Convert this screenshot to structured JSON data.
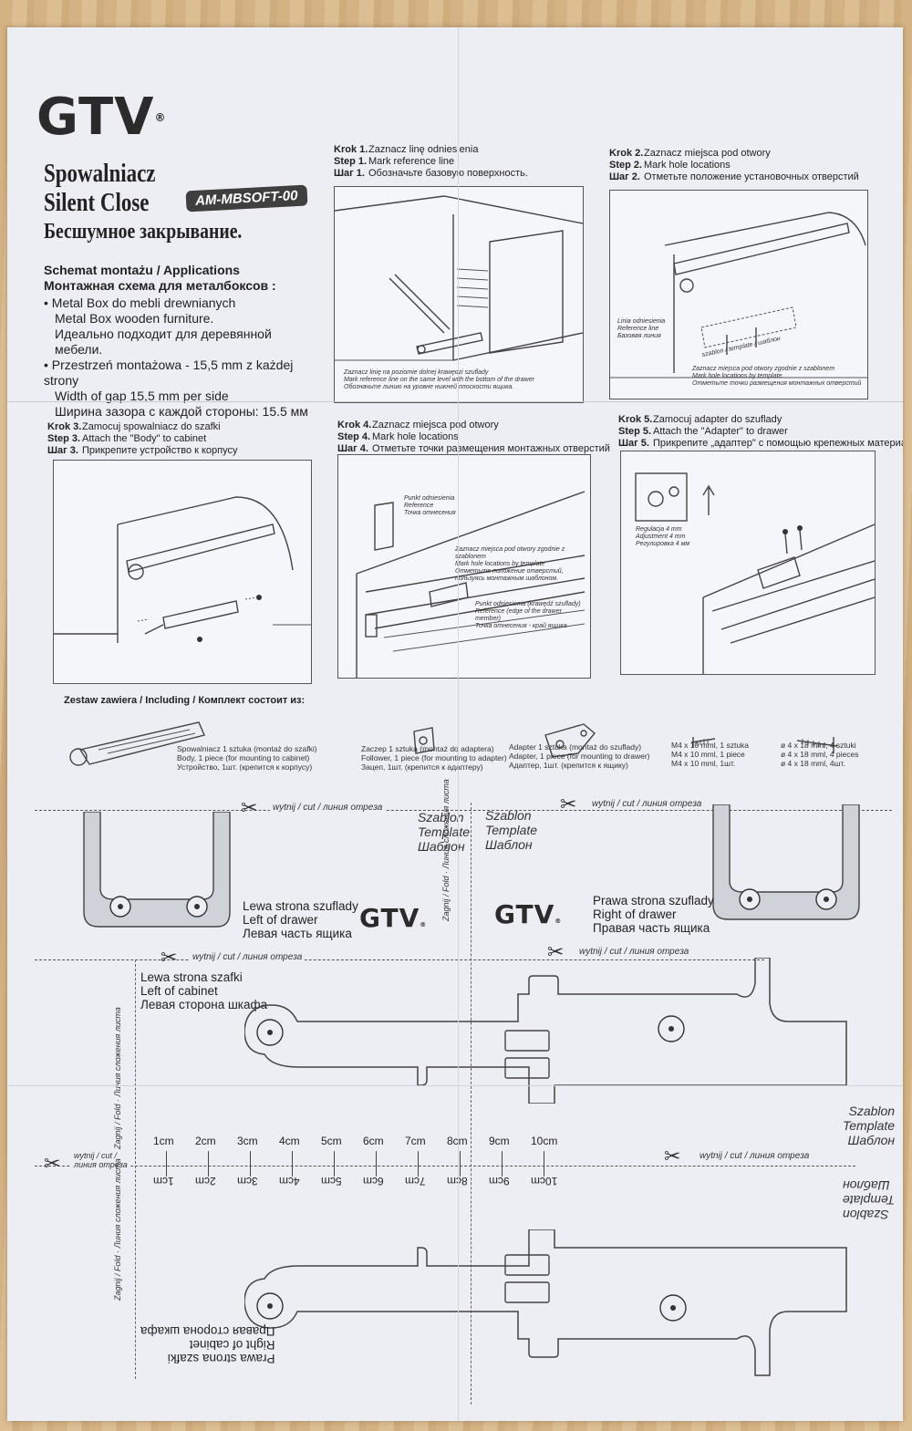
{
  "brand": {
    "logo": "GTV",
    "registered": "®"
  },
  "titles": {
    "pl": "Spowalniacz",
    "en": "Silent Close",
    "ru": "Бесшумное закрывание.",
    "model": "AM-MBSOFT-00"
  },
  "applications": {
    "heading_pl_en": "Schemat montażu / Applications",
    "heading_ru": "Монтажная схема для металбоксов :",
    "bullet1": [
      "Metal Box do mebli drewnianych",
      "Metal Box wooden furniture.",
      "Идеально подходит для деревянной мебели."
    ],
    "bullet2": [
      "Przestrzeń montażowa - 15,5 mm z każdej strony",
      "Width of gap 15,5 mm per side",
      "Ширина зазора с каждой стороны: 15.5 мм"
    ]
  },
  "steps": [
    {
      "pl": "Zaznacz linę odniesienia",
      "en": "Mark reference line",
      "ru": "Обозначьте базовую поверхность.",
      "k": [
        "Krok 1.",
        "Step 1.",
        "Шаг 1."
      ],
      "caption": [
        "Zaznacz linię na poziomie dolnej krawędzi szuflady",
        "Mark reference line on the same level with the bottom of the drawer",
        "Обозначьте линию на уровне нижней плоскости ящика."
      ]
    },
    {
      "pl": "Zaznacz miejsca pod otwory",
      "en": "Mark hole locations",
      "ru": "Отметьте положение установочных отверстий",
      "k": [
        "Krok 2.",
        "Step 2.",
        "Шаг 2."
      ],
      "caption": [
        "Zaznacz miejsca pod otwory zgodnie z szablonem",
        "Mark hole locations by template",
        "Отметьте точки размещения монтажных отверстий"
      ],
      "label_ref": [
        "Linia odniesienia",
        "Reference line",
        "Базовая линия"
      ],
      "label_tpl": "szablon / template / шаблон"
    },
    {
      "pl": "Zamocuj spowalniacz do szafki",
      "en": "Attach the \"Body\" to cabinet",
      "ru": "Прикрепите устройство к корпусу",
      "k": [
        "Krok 3.",
        "Step 3.",
        "Шаг 3."
      ]
    },
    {
      "pl": "Zaznacz miejsca pod otwory",
      "en": "Mark hole locations",
      "ru": "Отметьте точки размещения монтажных отверстий",
      "k": [
        "Krok 4.",
        "Step 4.",
        "Шаг 4."
      ],
      "label_a": [
        "Punkt odniesienia",
        "Reference",
        "Точка отнесения"
      ],
      "label_b": [
        "Zaznacz miejsca pod otwory zgodnie z szablonem",
        "Mark hole locations by template",
        "Отметьте положение отверстий, пользуясь монтажным шаблоном."
      ],
      "label_c": [
        "Punkt odniesienia (krawędź szuflady)",
        "Reference (edge of the drawer member)",
        "Точка отнесения - край ящика"
      ]
    },
    {
      "pl": "Zamocuj adapter do szuflady",
      "en": "Attach the \"Adapter\" to drawer",
      "ru": "Прикрепите „адаптер\" с помощью крепежных материалов",
      "k": [
        "Krok 5.",
        "Step 5.",
        "Шаг 5."
      ],
      "label_adj": [
        "Regulacja 4 mm",
        "Adjustment 4 mm",
        "Регулировка 4 мм"
      ]
    }
  ],
  "kit": {
    "heading": "Zestaw zawiera / Including / Комплект состоит из:",
    "items": [
      [
        "Spowalniacz 1 sztuka (montaż do szafki)",
        "Body, 1 piece (for mounting to cabinet)",
        "Устройство, 1шт. (крепится к корпусу)"
      ],
      [
        "Zaczep 1 sztuka (montaż do adaptera)",
        "Follower, 1 piece (for mounting to adapter)",
        "Зацеп, 1шт. (крепится к адаптеру)"
      ],
      [
        "Adapter 1 sztuka (montaż do szuflady)",
        "Adapter, 1 piece (for mounting to drawer)",
        "Адаптер, 1шт. (крепится к ящику)"
      ],
      [
        "M4 x 10 mml, 1 sztuka",
        "M4 x 10 mml, 1 piece",
        "M4 x 10 mml, 1шт."
      ],
      [
        "ø 4 x 18 mml, 4 sztuki",
        "ø 4 x 18 mml, 4 pieces",
        "ø 4 x 18 mml, 4шт."
      ]
    ]
  },
  "cut_label": "wytnij / cut / линия отреза",
  "cut_label_short": [
    "wytnij / cut /",
    "линия отреза"
  ],
  "template_label": [
    "Szablon",
    "Template",
    "Шаблон"
  ],
  "fold_label": [
    "Zagnij",
    "Fold",
    "Линия сложения листа"
  ],
  "left_drawer": [
    "Lewa strona szuflady",
    "Left of drawer",
    "Левая часть ящика"
  ],
  "right_drawer": [
    "Prawa strona szuflady",
    "Right of drawer",
    "Правая часть ящика"
  ],
  "left_cabinet": [
    "Lewa strona szafki",
    "Left of cabinet",
    "Левая сторона шкафа"
  ],
  "right_cabinet": [
    "Prawa strona szafki",
    "Right of cabinet",
    "Правая сторона шкафа"
  ],
  "ruler": [
    "1cm",
    "2cm",
    "3cm",
    "4cm",
    "5cm",
    "6cm",
    "7cm",
    "8cm",
    "9cm",
    "10cm"
  ]
}
